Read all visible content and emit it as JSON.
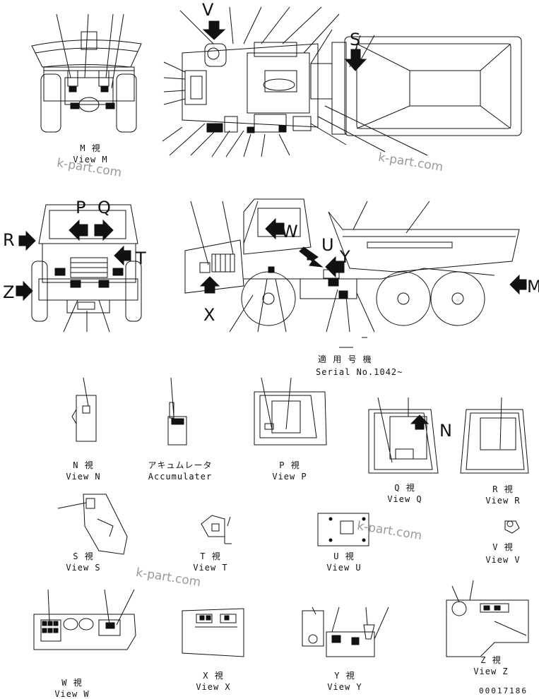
{
  "views": {
    "m": {
      "jp": "M 視",
      "en": "View M"
    },
    "n": {
      "jp": "N 視",
      "en": "View N"
    },
    "accumulator": {
      "jp": "アキュムレータ",
      "en": "Accumulater"
    },
    "p": {
      "jp": "P 視",
      "en": "View P"
    },
    "q": {
      "jp": "Q 視",
      "en": "View Q"
    },
    "r": {
      "jp": "R 視",
      "en": "View R"
    },
    "s": {
      "jp": "S 視",
      "en": "View S"
    },
    "t": {
      "jp": "T 視",
      "en": "View T"
    },
    "u": {
      "jp": "U 視",
      "en": "View U"
    },
    "v": {
      "jp": "V 視",
      "en": "View V"
    },
    "w": {
      "jp": "W 視",
      "en": "View W"
    },
    "x": {
      "jp": "X 視",
      "en": "View X"
    },
    "y": {
      "jp": "Y 視",
      "en": "View Y"
    },
    "z": {
      "jp": "Z 視",
      "en": "View Z"
    }
  },
  "serial": {
    "jp": "適 用 号 機",
    "en": "Serial No.1042~"
  },
  "arrow_letters": {
    "v": "V",
    "s": "S",
    "p": "P",
    "q": "Q",
    "r": "R",
    "z": "Z",
    "t": "T",
    "w": "W",
    "u": "U",
    "y": "Y",
    "x": "X",
    "m": "M",
    "n": "N"
  },
  "part_number": "00017186",
  "watermarks": [
    "k-part.com",
    "k-part.com",
    "k-part.com",
    "k-part.com"
  ]
}
